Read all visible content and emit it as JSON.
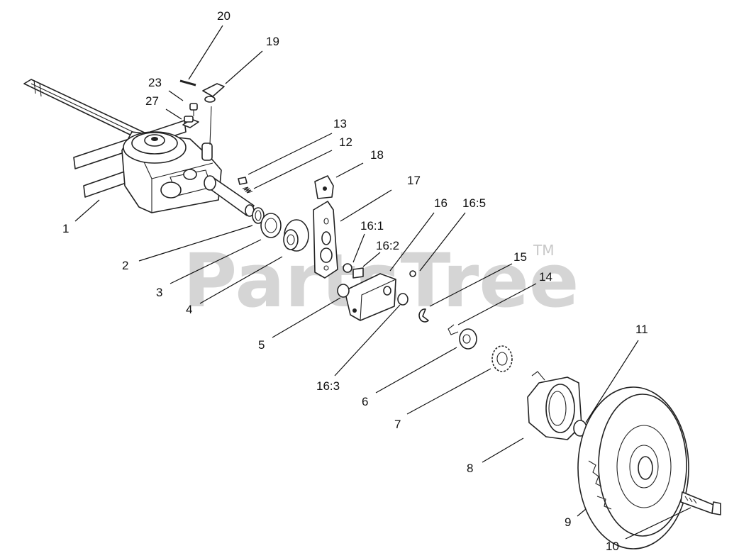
{
  "watermark": {
    "text": "PartsTree",
    "trademark": "TM"
  },
  "callouts": [
    {
      "id": "20",
      "label": "20"
    },
    {
      "id": "19",
      "label": "19"
    },
    {
      "id": "23",
      "label": "23"
    },
    {
      "id": "27",
      "label": "27"
    },
    {
      "id": "13",
      "label": "13"
    },
    {
      "id": "12",
      "label": "12"
    },
    {
      "id": "18",
      "label": "18"
    },
    {
      "id": "17",
      "label": "17"
    },
    {
      "id": "16",
      "label": "16"
    },
    {
      "id": "16_5",
      "label": "16:5"
    },
    {
      "id": "16_1",
      "label": "16:1"
    },
    {
      "id": "16_2",
      "label": "16:2"
    },
    {
      "id": "1",
      "label": "1"
    },
    {
      "id": "2",
      "label": "2"
    },
    {
      "id": "3",
      "label": "3"
    },
    {
      "id": "4",
      "label": "4"
    },
    {
      "id": "5",
      "label": "5"
    },
    {
      "id": "16_3",
      "label": "16:3"
    },
    {
      "id": "15",
      "label": "15"
    },
    {
      "id": "14",
      "label": "14"
    },
    {
      "id": "6",
      "label": "6"
    },
    {
      "id": "7",
      "label": "7"
    },
    {
      "id": "11",
      "label": "11"
    },
    {
      "id": "8",
      "label": "8"
    },
    {
      "id": "9",
      "label": "9"
    },
    {
      "id": "10",
      "label": "10"
    }
  ]
}
